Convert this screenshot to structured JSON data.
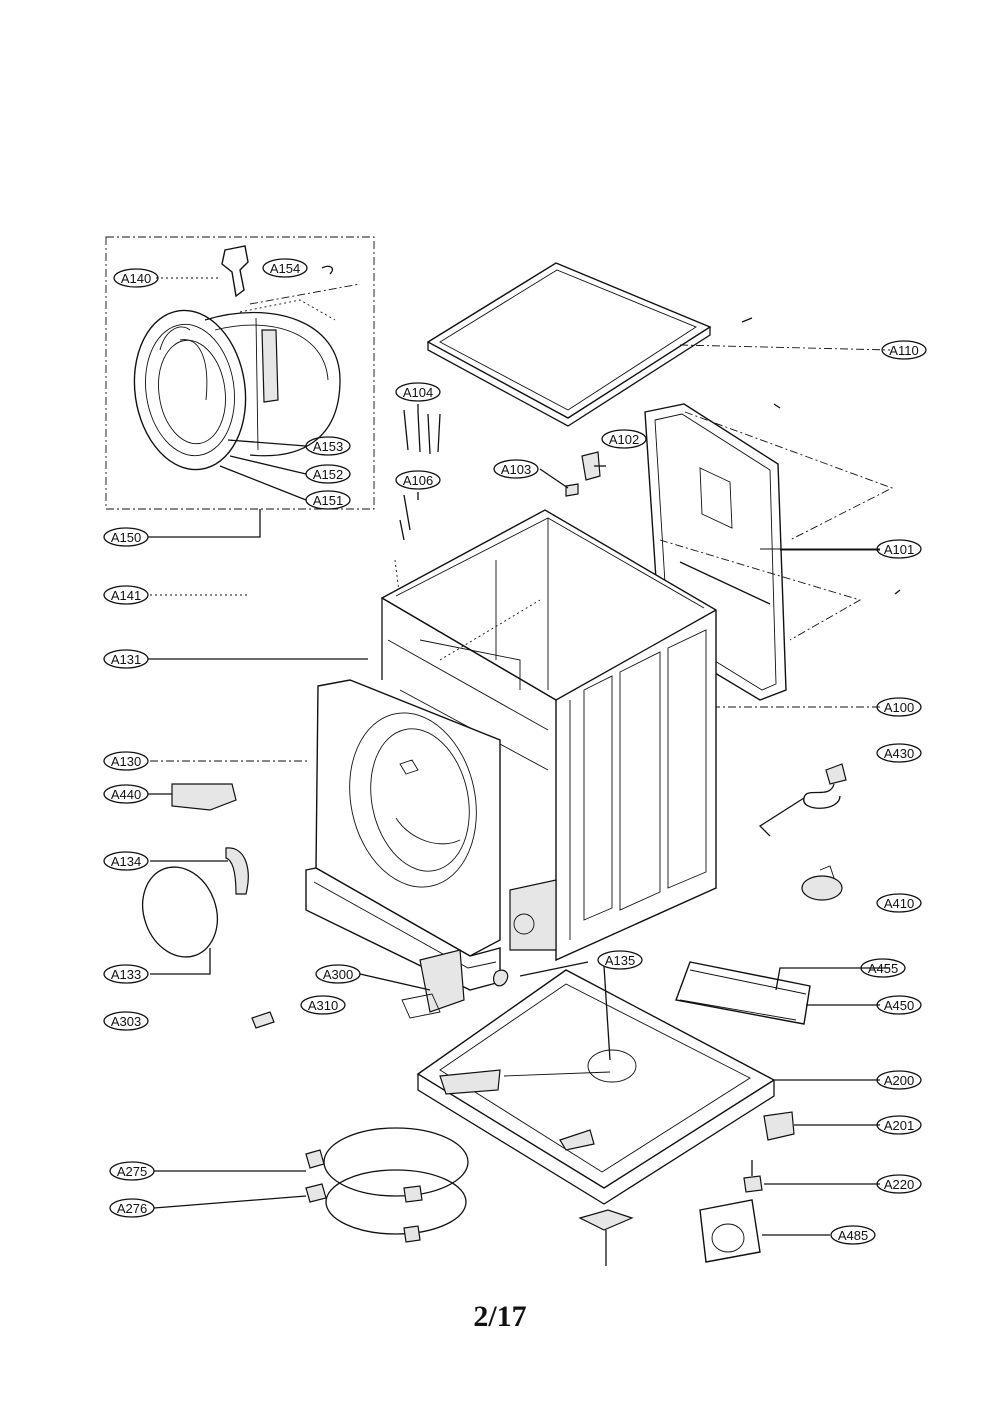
{
  "page_number": "2/17",
  "labels": {
    "A140": "A140",
    "A154": "A154",
    "A153": "A153",
    "A152": "A152",
    "A151": "A151",
    "A150": "A150",
    "A141": "A141",
    "A131": "A131",
    "A130": "A130",
    "A440": "A440",
    "A134": "A134",
    "A133": "A133",
    "A303": "A303",
    "A300": "A300",
    "A310": "A310",
    "A275": "A275",
    "A276": "A276",
    "A110": "A110",
    "A104": "A104",
    "A106": "A106",
    "A103": "A103",
    "A102": "A102",
    "A101": "A101",
    "A100": "A100",
    "A430": "A430",
    "A410": "A410",
    "A135": "A135",
    "A455": "A455",
    "A450": "A450",
    "A200": "A200",
    "A201": "A201",
    "A220": "A220",
    "A485": "A485"
  }
}
